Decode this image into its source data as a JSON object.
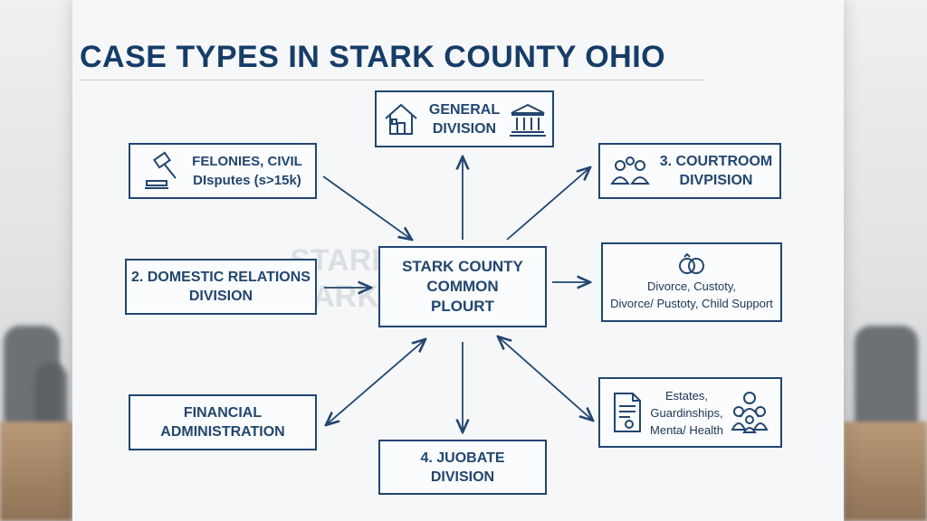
{
  "title": "CASE TYPES IN STARK COUNTY OHIO",
  "watermark": [
    "STARK COHIO",
    "STARK COUNTY"
  ],
  "center": {
    "lines": [
      "STARK COUNTY",
      "COMMON",
      "PLOURT"
    ]
  },
  "nodes": {
    "general": {
      "lines": [
        "GENERAL",
        "DIVISION"
      ],
      "icons": [
        "house-icon",
        "courthouse-icon"
      ]
    },
    "felonies": {
      "lines": [
        "FELONIES, CIVIL",
        "DIsputes (s>15k)"
      ],
      "icons": [
        "gavel-icon"
      ]
    },
    "courtroom": {
      "lines": [
        "3. COURTROOM",
        "DIVPISION"
      ],
      "icons": [
        "people-icon"
      ]
    },
    "domestic": {
      "lines": [
        "2. DOMESTIC RELATIONS",
        "DIVISION"
      ]
    },
    "divorce": {
      "lines": [
        "Divorce, Custoty,",
        "Divorce/ Pustoty, Child Support"
      ],
      "icons": [
        "rings-icon"
      ]
    },
    "financial": {
      "lines": [
        "FINANCIAL",
        "ADMINISTRATION"
      ]
    },
    "probate": {
      "lines": [
        "4. JUOBATE",
        "DIVISION"
      ]
    },
    "estates": {
      "lines": [
        "Estates,",
        "Guardinships,",
        "Menta/ Health"
      ],
      "icons": [
        "document-icon",
        "family-icon"
      ]
    }
  },
  "colors": {
    "navy": "#22466f",
    "title": "#163c68",
    "board": "#f6f7f8"
  }
}
